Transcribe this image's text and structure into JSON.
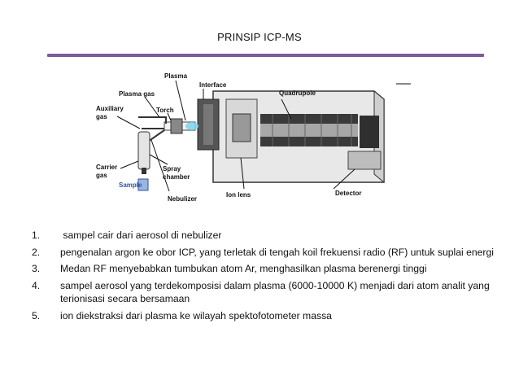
{
  "slide": {
    "title": "PRINSIP ICP-MS"
  },
  "figure": {
    "labels": {
      "plasma": "Plasma",
      "interface": "Interface",
      "plasma_gas": "Plasma gas",
      "quadrupole": "Quadrupole",
      "auxiliary": "Auxiliary",
      "gas": "gas",
      "torch": "Torch",
      "carrier": "Carrier",
      "carrier_gas": "gas",
      "spray": "Spray",
      "chamber": "chamber",
      "sample": "Sample",
      "nebulizer": "Nebulizer",
      "ion_lens": "Ion lens",
      "detector": "Detector"
    },
    "sample_color": "#2a55a8"
  },
  "steps": [
    {
      "num": "1.",
      "text": " sampel cair dari aerosol di nebulizer"
    },
    {
      "num": "2.",
      "text": "pengenalan argon ke obor ICP, yang terletak di tengah koil frekuensi radio (RF) untuk suplai energi"
    },
    {
      "num": "3.",
      "text": "Medan RF menyebabkan tumbukan atom Ar, menghasilkan plasma berenergi tinggi"
    },
    {
      "num": "4.",
      "text": "sampel aerosol yang terdekomposisi dalam plasma (6000-10000 K) menjadi dari atom analit yang terionisasi secara bersamaan"
    },
    {
      "num": "5.",
      "text": "ion diekstraksi dari plasma ke wilayah spektofotometer massa"
    }
  ]
}
